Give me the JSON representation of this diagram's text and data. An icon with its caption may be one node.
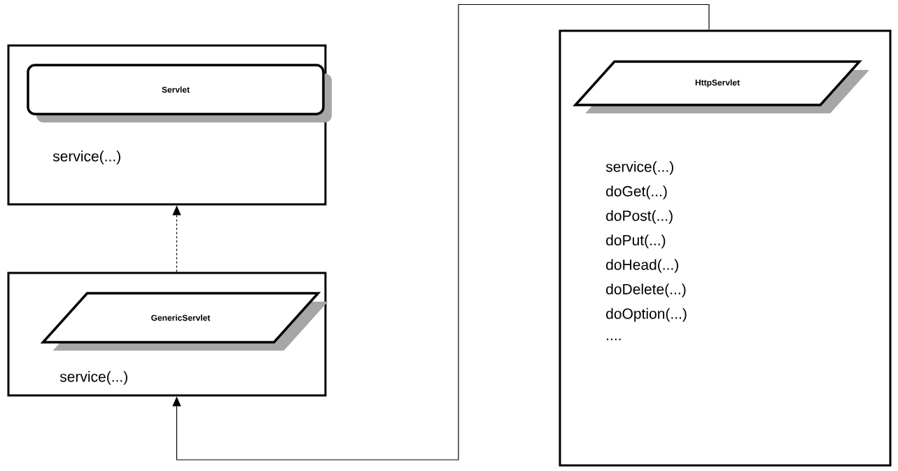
{
  "diagram": {
    "nodes": [
      {
        "text": [
          "service(...)"
        ]
      },
      {
        "text": [
          "Servlet"
        ],
        "in": 0
      },
      {
        "text": [
          "service(...)"
        ]
      },
      {
        "text": [
          "GenericServlet"
        ],
        "in": 2
      },
      {
        "text": [
          "service(...)",
          "doGet(...)",
          "doPost(...)",
          "doPut(...)",
          "doHead(...)",
          "doDelete(...)",
          "doOption(...)",
          "...."
        ]
      },
      {
        "text": [
          "HttpServlet"
        ],
        "in": 4
      }
    ],
    "edges": [
      {
        "from": 2,
        "to": 0,
        "arrow": "to",
        "style": "dashed"
      },
      {
        "from": 4,
        "to": 2,
        "arrow": "to"
      }
    ]
  }
}
